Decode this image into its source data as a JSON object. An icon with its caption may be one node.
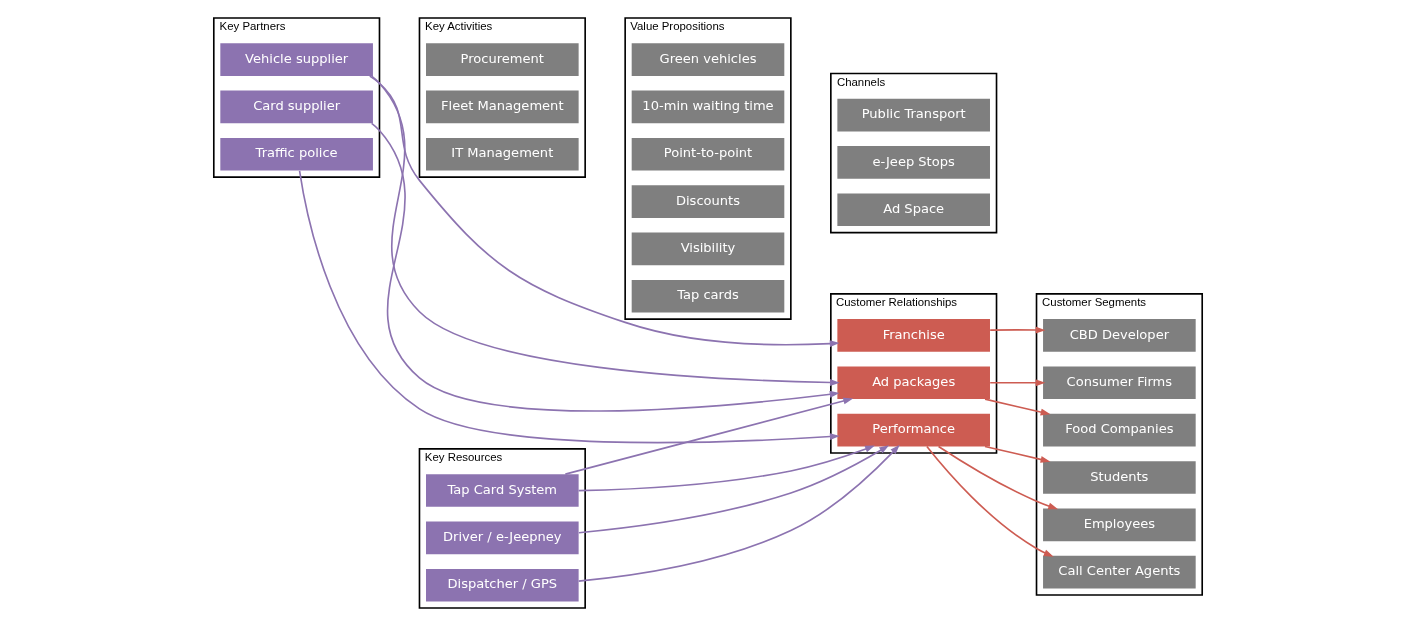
{
  "diagram": {
    "nodes": [
      {
        "text": [
          "Key Partners"
        ]
      },
      {
        "text": [
          "Vehicle supplier"
        ],
        "in": 0
      },
      {
        "text": [
          "Traffic police"
        ],
        "in": 0
      },
      {
        "text": [
          "Card supplier"
        ],
        "in": 0
      },
      {
        "text": [
          "Key Activities"
        ]
      },
      {
        "text": [
          "Procurement"
        ],
        "in": 4
      },
      {
        "text": [
          "Fleet Management"
        ],
        "in": 4
      },
      {
        "text": [
          "IT Management"
        ],
        "in": 4
      },
      {
        "text": [
          "Key Resources"
        ]
      },
      {
        "text": [
          "Driver / e-Jeepney"
        ],
        "in": 8
      },
      {
        "text": [
          "Dispatcher / GPS"
        ],
        "in": 8
      },
      {
        "text": [
          "Tap Card System"
        ],
        "in": 8
      },
      {
        "text": [
          "Value Propositions"
        ]
      },
      {
        "text": [
          "Green vehicles"
        ],
        "in": 12
      },
      {
        "text": [
          "10-min waiting time"
        ],
        "in": 12
      },
      {
        "text": [
          "Point-to-point"
        ],
        "in": 12
      },
      {
        "text": [
          "Discounts"
        ],
        "in": 12
      },
      {
        "text": [
          "Visibility"
        ],
        "in": 12
      },
      {
        "text": [
          "Tap cards"
        ],
        "in": 12
      },
      {
        "text": [
          "Customer Relationships"
        ]
      },
      {
        "text": [
          "Franchise"
        ],
        "in": 19
      },
      {
        "text": [
          "Performance"
        ],
        "in": 19
      },
      {
        "text": [
          "Ad packages"
        ],
        "in": 19
      },
      {
        "text": [
          "Channels"
        ]
      },
      {
        "text": [
          "Public Transport"
        ],
        "in": 23
      },
      {
        "text": [
          "e-Jeep Stops"
        ],
        "in": 23
      },
      {
        "text": [
          "Ad Space"
        ],
        "in": 23
      },
      {
        "text": [
          "Customer Segments"
        ]
      },
      {
        "text": [
          "CBD Developer"
        ],
        "in": 27
      },
      {
        "text": [
          "Employees"
        ],
        "in": 27
      },
      {
        "text": [
          "Call Center Agents"
        ],
        "in": 27
      },
      {
        "text": [
          "Students"
        ],
        "in": 27
      },
      {
        "text": [
          "Consumer Firms"
        ],
        "in": 27
      },
      {
        "text": [
          "Food Companies"
        ],
        "in": 27
      }
    ],
    "edges": [
      {
        "from": 1,
        "to": 20,
        "arrow": "to"
      },
      {
        "from": 1,
        "to": 22,
        "arrow": "to"
      },
      {
        "from": 2,
        "to": 21,
        "arrow": "to"
      },
      {
        "from": 3,
        "to": 22,
        "arrow": "to"
      },
      {
        "from": 9,
        "to": 21,
        "arrow": "to"
      },
      {
        "from": 10,
        "to": 21,
        "arrow": "to"
      },
      {
        "from": 11,
        "to": 21,
        "arrow": "to"
      },
      {
        "from": 11,
        "to": 22,
        "arrow": "to"
      },
      {
        "from": 20,
        "to": 28,
        "arrow": "to",
        "color": "#cd5c52"
      },
      {
        "from": 21,
        "to": 29,
        "arrow": "to",
        "color": "#cd5c52"
      },
      {
        "from": 21,
        "to": 30,
        "arrow": "to",
        "color": "#cd5c52"
      },
      {
        "from": 21,
        "to": 31,
        "arrow": "to",
        "color": "#cd5c52"
      },
      {
        "from": 22,
        "to": 32,
        "arrow": "to",
        "color": "#cd5c52"
      },
      {
        "from": 22,
        "to": 33,
        "arrow": "to",
        "color": "#cd5c52"
      }
    ]
  }
}
